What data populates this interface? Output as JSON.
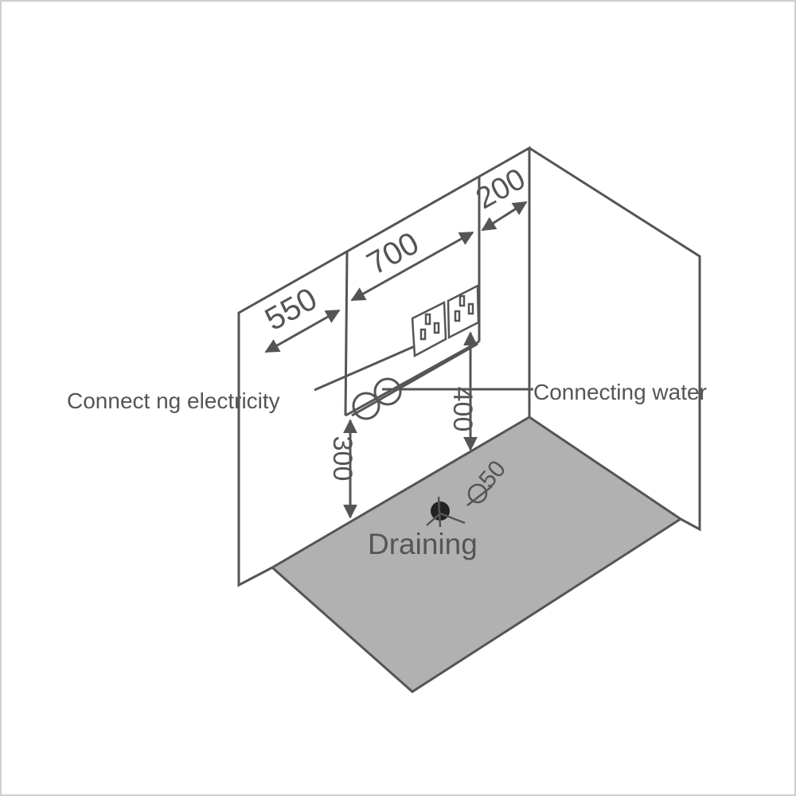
{
  "diagram": {
    "type": "shower-enclosure-installation-diagram",
    "colors": {
      "line": "#555555",
      "floor": "#b1b1b1",
      "drain": "#222222",
      "border": "#cfcfcf"
    },
    "dimensions": {
      "d550": "550",
      "d700": "700",
      "d200": "200",
      "d300": "300",
      "d400": "400",
      "drain_diameter": "Ø50",
      "drain_phi": "Ø",
      "drain_size": "50"
    },
    "labels": {
      "electricity": "Connect ng electricity",
      "water": "Connecting water",
      "drain": "Draining"
    },
    "components": [
      "left-wall",
      "right-wall",
      "floor",
      "double-socket",
      "water-inlets",
      "floor-drain"
    ]
  }
}
